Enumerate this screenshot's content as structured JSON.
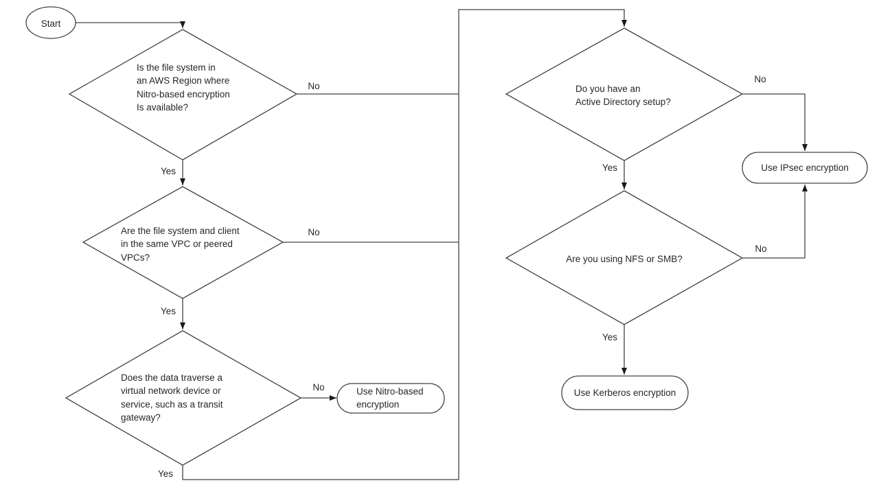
{
  "colors": {
    "line": "#404040",
    "arrowhead": "#1a1a1a",
    "text": "#262626",
    "background": "#ffffff"
  },
  "start": {
    "label": "Start"
  },
  "decisions": {
    "nitro_region": {
      "line1": "Is the file system in",
      "line2": "an AWS Region where",
      "line3": "Nitro-based encryption",
      "line4": "Is available?"
    },
    "same_vpc": {
      "line1": "Are the file system and client",
      "line2": "in the same VPC or peered",
      "line3": "VPCs?"
    },
    "transit_gateway": {
      "line1": "Does the data traverse a",
      "line2": "virtual network device or",
      "line3": "service, such as a transit",
      "line4": "gateway?"
    },
    "active_directory": {
      "line1": "Do you have an",
      "line2": "Active Directory setup?"
    },
    "nfs_smb": {
      "line1": "Are you using NFS or SMB?"
    }
  },
  "terminals": {
    "nitro": {
      "line1": "Use Nitro-based",
      "line2": "encryption"
    },
    "kerberos": {
      "label": "Use Kerberos encryption"
    },
    "ipsec": {
      "label": "Use IPsec encryption"
    }
  },
  "edge_labels": {
    "yes": "Yes",
    "no": "No"
  }
}
